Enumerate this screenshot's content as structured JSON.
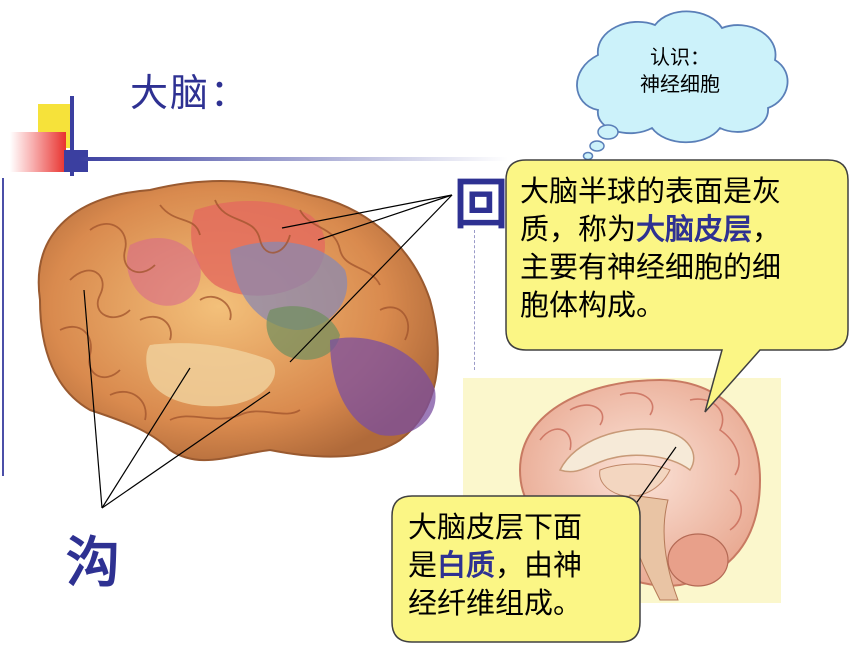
{
  "slide": {
    "title": "大脑：",
    "gyrus_label": "回",
    "sulcus_label": "沟"
  },
  "thought_cloud": {
    "line1": "认识：",
    "line2": "神经细胞"
  },
  "cortex_callout": {
    "line1": "大脑半球的表面是灰",
    "line2_pre": "质，称为",
    "line2_highlight": "大脑皮层",
    "line2_post": "，",
    "line3": "主要有神经细胞的细",
    "line4": "胞体构成。"
  },
  "white_matter_callout": {
    "line1": "大脑皮层下面",
    "line2_pre": "是",
    "line2_highlight": "白质",
    "line2_post": "，由神",
    "line3": "经纤维组成。"
  },
  "colors": {
    "accent_blue": "#2e3192",
    "callout_fill": "#fbf685",
    "cloud_fill": "#ccf2fa",
    "photo_bg": "#fbf7cc"
  }
}
